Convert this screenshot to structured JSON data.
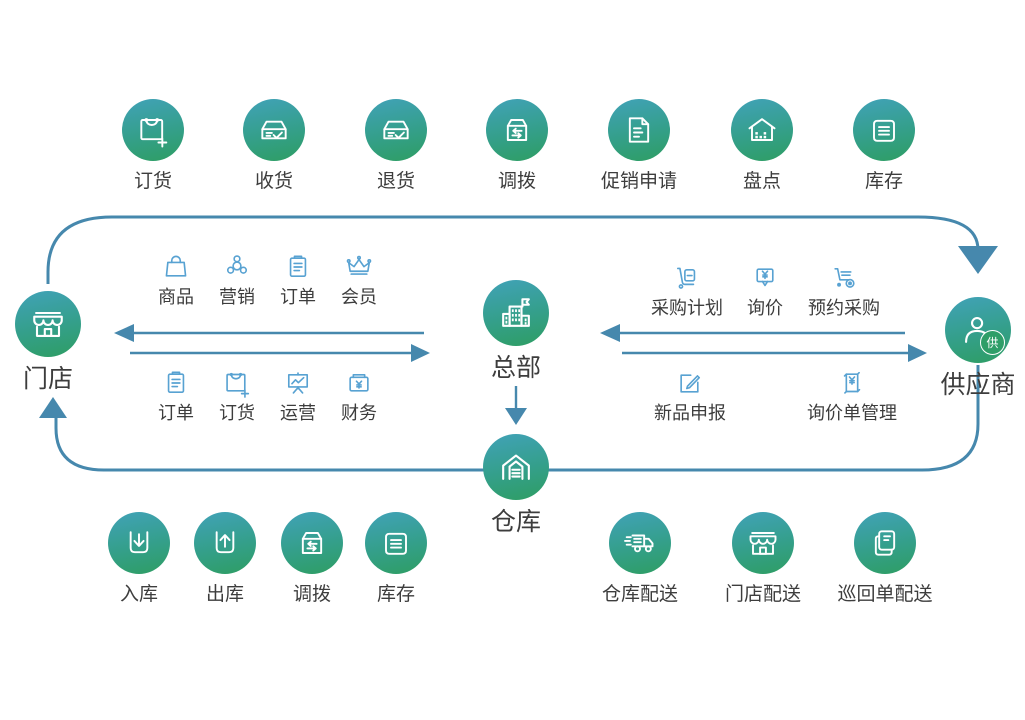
{
  "colors": {
    "circle_gradient_top": "#41a2b8",
    "circle_gradient_bottom": "#2e9e63",
    "flow_line_blue": "#4688ad",
    "small_icon_blue": "#58a2d2",
    "label_dark": "#3d3d3d"
  },
  "top_row": [
    {
      "label": "订货",
      "icon": "bag-plus-icon"
    },
    {
      "label": "收货",
      "icon": "box-check-icon"
    },
    {
      "label": "退货",
      "icon": "box-check-icon"
    },
    {
      "label": "调拨",
      "icon": "box-swap-icon"
    },
    {
      "label": "促销申请",
      "icon": "document-icon"
    },
    {
      "label": "盘点",
      "icon": "house-audit-icon"
    },
    {
      "label": "库存",
      "icon": "box-lines-icon"
    }
  ],
  "hubs": {
    "store": {
      "label": "门店",
      "icon": "storefront-icon"
    },
    "headquarters": {
      "label": "总部",
      "icon": "building-flag-icon"
    },
    "supplier": {
      "label": "供应商",
      "icon": "supplier-person-icon",
      "badge": "供"
    },
    "warehouse": {
      "label": "仓库",
      "icon": "warehouse-icon"
    }
  },
  "store_hq_panel": {
    "row1": [
      {
        "label": "商品",
        "icon": "bag-icon"
      },
      {
        "label": "营销",
        "icon": "network-icon"
      },
      {
        "label": "订单",
        "icon": "clipboard-icon"
      },
      {
        "label": "会员",
        "icon": "crown-icon"
      }
    ],
    "row2": [
      {
        "label": "订单",
        "icon": "clipboard-icon"
      },
      {
        "label": "订货",
        "icon": "bag-plus-icon"
      },
      {
        "label": "运营",
        "icon": "presentation-icon"
      },
      {
        "label": "财务",
        "icon": "cashbox-icon"
      }
    ]
  },
  "hq_supplier_panel": {
    "row1": [
      {
        "label": "采购计划",
        "icon": "trolley-doc-icon"
      },
      {
        "label": "询价",
        "icon": "bubble-yen-icon"
      },
      {
        "label": "预约采购",
        "icon": "trolley-clock-icon"
      }
    ],
    "row2": [
      {
        "label": "新品申报",
        "icon": "edit-pen-icon"
      },
      {
        "label": "询价单管理",
        "icon": "doc-yen-icon"
      }
    ]
  },
  "warehouse_row": [
    {
      "label": "入库",
      "icon": "tray-down-icon"
    },
    {
      "label": "出库",
      "icon": "tray-up-icon"
    },
    {
      "label": "调拨",
      "icon": "box-swap-icon"
    },
    {
      "label": "库存",
      "icon": "box-lines-icon"
    }
  ],
  "delivery_row": [
    {
      "label": "仓库配送",
      "icon": "truck-icon"
    },
    {
      "label": "门店配送",
      "icon": "storefront-icon"
    },
    {
      "label": "巡回单配送",
      "icon": "docs-stack-icon"
    }
  ]
}
